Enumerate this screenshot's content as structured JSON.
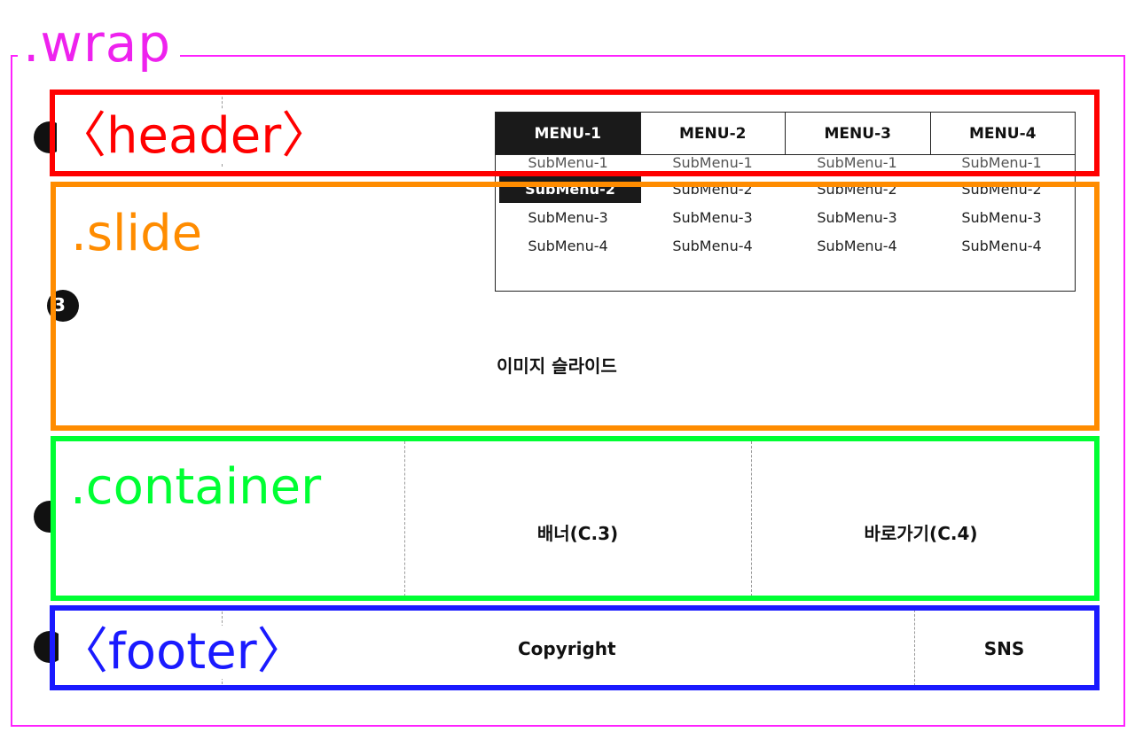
{
  "labels": {
    "wrap": ".wrap",
    "header": "〈header〉",
    "slide": ".slide",
    "container": ".container",
    "footer": "〈footer〉"
  },
  "markers": {
    "slide_number": "3"
  },
  "nav": {
    "menus": [
      "MENU-1",
      "MENU-2",
      "MENU-3",
      "MENU-4"
    ],
    "submenus": [
      [
        "SubMenu-1",
        "SubMenu-2",
        "SubMenu-3",
        "SubMenu-4"
      ],
      [
        "SubMenu-1",
        "SubMenu-2",
        "SubMenu-3",
        "SubMenu-4"
      ],
      [
        "SubMenu-1",
        "SubMenu-2",
        "SubMenu-3",
        "SubMenu-4"
      ],
      [
        "SubMenu-1",
        "SubMenu-2",
        "SubMenu-3",
        "SubMenu-4"
      ]
    ],
    "active_menu": "MENU-1",
    "active_submenu": "SubMenu-2"
  },
  "slide": {
    "text": "이미지 슬라이드"
  },
  "container": {
    "banner": "배너(C.3)",
    "shortcut": "바로가기(C.4)"
  },
  "footer": {
    "copyright": "Copyright",
    "sns": "SNS"
  },
  "colors": {
    "wrap": "#ff22ff",
    "header": "#ff0000",
    "slide": "#ff8c00",
    "container": "#00ff33",
    "footer": "#1a1aff"
  }
}
